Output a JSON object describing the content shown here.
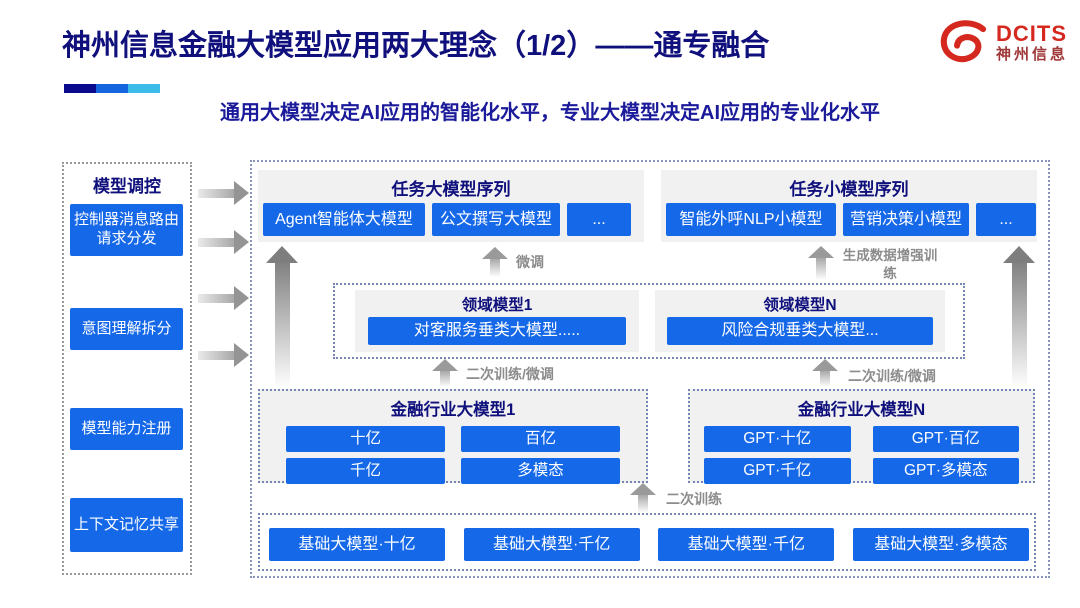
{
  "header": {
    "title": "神州信息金融大模型应用两大理念（1/2）——通专融合",
    "subtitle": "通用大模型决定AI应用的智能化水平，专业大模型决定AI应用的专业化水平",
    "logo": {
      "name": "DCITS",
      "name_cn": "神州信息"
    }
  },
  "sidebar": {
    "title": "模型调控",
    "items": [
      "控制器消息路由请求分发",
      "意图理解拆分",
      "模型能力注册",
      "上下文记忆共享"
    ]
  },
  "diagram": {
    "task_large": {
      "title": "任务大模型序列",
      "items": [
        "Agent智能体大模型",
        "公文撰写大模型",
        "..."
      ]
    },
    "task_small": {
      "title": "任务小模型序列",
      "items": [
        "智能外呼NLP小模型",
        "营销决策小模型",
        "..."
      ]
    },
    "domain_left": {
      "title": "领域模型1",
      "model": "对客服务垂类大模型....."
    },
    "domain_right": {
      "title": "领域模型N",
      "model": "风险合规垂类大模型..."
    },
    "industry_left": {
      "title": "金融行业大模型1",
      "items": [
        "十亿",
        "百亿",
        "千亿",
        "多模态"
      ]
    },
    "industry_right": {
      "title": "金融行业大模型N",
      "items": [
        "GPT·十亿",
        "GPT·百亿",
        "GPT·千亿",
        "GPT·多模态"
      ]
    },
    "foundation": {
      "items": [
        "基础大模型·十亿",
        "基础大模型·千亿",
        "基础大模型·千亿",
        "基础大模型·多模态"
      ]
    },
    "labels": {
      "finetune": "微调",
      "gen_data": "生成数据增强训练",
      "retrain_ft_left": "二次训练/微调",
      "retrain_ft_right": "二次训练/微调",
      "retrain": "二次训练"
    }
  },
  "colors": {
    "title_navy": "#10107C",
    "subtitle_navy": "#1A1A9A",
    "button_blue": "#1568E8",
    "brand_red": "#D5281E",
    "brand_cn_red": "#A03A3A",
    "accent_bar": [
      "#0A0A8C",
      "#1565DF",
      "#3ABBE8"
    ],
    "label_gray": "#8C8C8C",
    "section_gray": "#F1F1F1"
  }
}
